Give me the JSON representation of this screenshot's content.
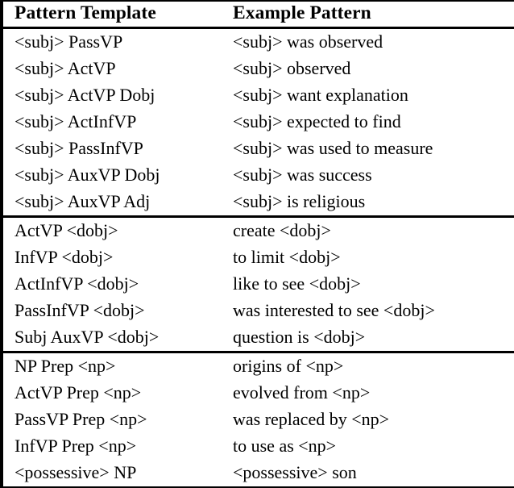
{
  "table": {
    "headers": {
      "template": "Pattern Template",
      "example": "Example Pattern"
    },
    "sections": [
      {
        "name": "subject-patterns",
        "rows": [
          {
            "template": "<subj> PassVP",
            "example": "<subj> was observed"
          },
          {
            "template": "<subj> ActVP",
            "example": "<subj> observed"
          },
          {
            "template": "<subj> ActVP Dobj",
            "example": "<subj> want explanation"
          },
          {
            "template": "<subj> ActInfVP",
            "example": "<subj> expected to find"
          },
          {
            "template": "<subj> PassInfVP",
            "example": "<subj> was used to measure"
          },
          {
            "template": "<subj> AuxVP Dobj",
            "example": "<subj> was success"
          },
          {
            "template": "<subj> AuxVP Adj",
            "example": "<subj> is religious"
          }
        ]
      },
      {
        "name": "direct-object-patterns",
        "rows": [
          {
            "template": "ActVP <dobj>",
            "example": "create <dobj>"
          },
          {
            "template": "InfVP <dobj>",
            "example": "to limit <dobj>"
          },
          {
            "template": "ActInfVP <dobj>",
            "example": "like to see <dobj>"
          },
          {
            "template": "PassInfVP <dobj>",
            "example": "was interested to see <dobj>"
          },
          {
            "template": "Subj AuxVP <dobj>",
            "example": "question is <dobj>"
          }
        ]
      },
      {
        "name": "noun-phrase-patterns",
        "rows": [
          {
            "template": "NP Prep <np>",
            "example": "origins of <np>"
          },
          {
            "template": "ActVP Prep <np>",
            "example": "evolved from <np>"
          },
          {
            "template": "PassVP Prep <np>",
            "example": "was replaced by <np>"
          },
          {
            "template": "InfVP Prep <np>",
            "example": "to use as <np>"
          },
          {
            "template": "<possessive> NP",
            "example": "<possessive> son"
          }
        ]
      }
    ]
  }
}
